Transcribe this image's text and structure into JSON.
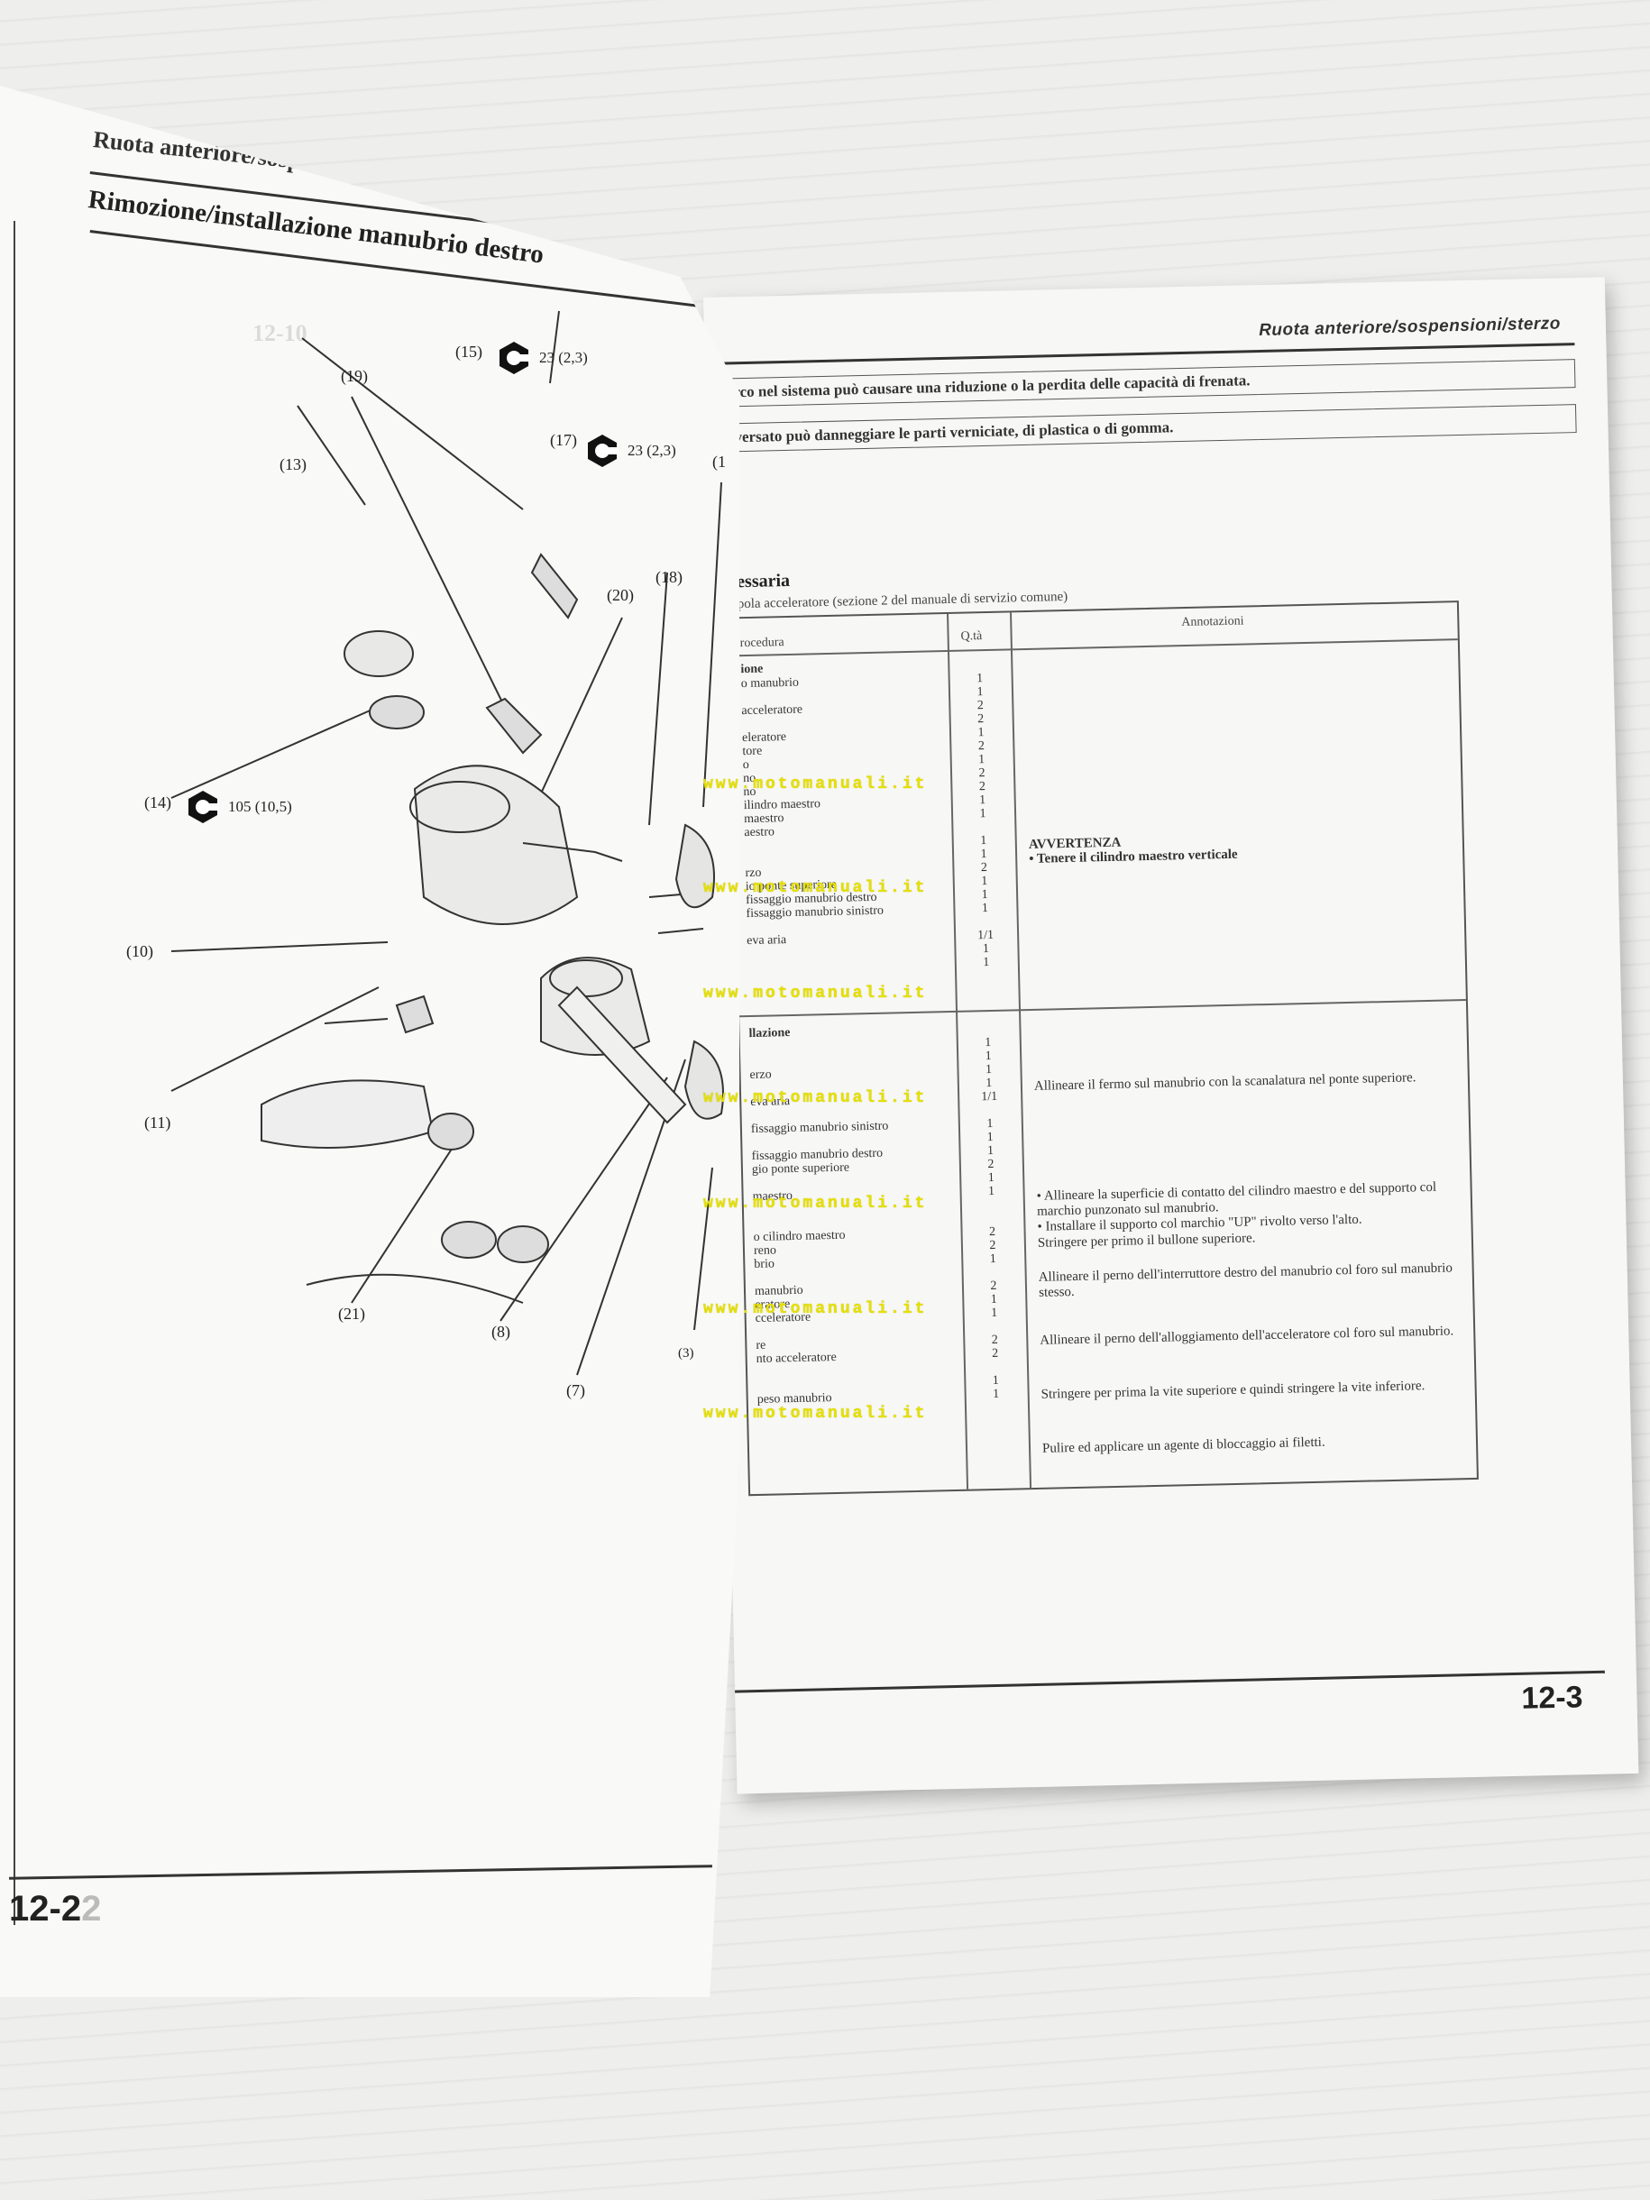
{
  "right_page": {
    "header": "Ruota anteriore/sospensioni/sterzo",
    "caution_1": "rco nel sistema può causare una riduzione o la perdita delle capacità di frenata.",
    "caution_2": "versato può danneggiare le parti verniciate, di plastica o di gomma.",
    "section": "essaria",
    "note": "pola acceleratore (sezione 2 del manuale di servizio comune)",
    "table": {
      "col_procedure": "rocedura",
      "col_qty": "Q.tà",
      "col_notes": "Annotazioni",
      "removal_title": "ione",
      "removal_rows": [
        {
          "p": "o manubrio",
          "q": "1"
        },
        {
          "p": "",
          "q": "1"
        },
        {
          "p": "acceleratore",
          "q": "2"
        },
        {
          "p": "",
          "q": "2"
        },
        {
          "p": "eleratore",
          "q": "1"
        },
        {
          "p": "tore",
          "q": "2"
        },
        {
          "p": "o",
          "q": "1"
        },
        {
          "p": "no",
          "q": "2"
        },
        {
          "p": "no",
          "q": "2"
        },
        {
          "p": "ilindro maestro",
          "q": "1"
        },
        {
          "p": "maestro",
          "q": "1"
        },
        {
          "p": "aestro",
          "q": ""
        },
        {
          "p": "",
          "q": "1"
        },
        {
          "p": "",
          "q": "1"
        },
        {
          "p": "rzo",
          "q": "2"
        },
        {
          "p": "io ponte superiore",
          "q": "1"
        },
        {
          "p": "fissaggio manubrio destro",
          "q": "1"
        },
        {
          "p": "fissaggio manubrio sinistro",
          "q": "1"
        },
        {
          "p": "",
          "q": ""
        },
        {
          "p": "eva aria",
          "q": "1/1"
        },
        {
          "p": "",
          "q": "1"
        },
        {
          "p": "",
          "q": "1"
        }
      ],
      "removal_note_title": "AVVERTENZA",
      "removal_note": "• Tenere il cilindro maestro verticale",
      "install_title": "llazione",
      "install_rows": [
        {
          "p": "",
          "q": "1"
        },
        {
          "p": "",
          "q": "1"
        },
        {
          "p": "erzo",
          "q": "1"
        },
        {
          "p": "",
          "q": "1"
        },
        {
          "p": "eva aria",
          "q": "1/1"
        },
        {
          "p": "",
          "q": ""
        },
        {
          "p": "fissaggio manubrio sinistro",
          "q": "1"
        },
        {
          "p": "",
          "q": "1"
        },
        {
          "p": "fissaggio manubrio destro",
          "q": "1"
        },
        {
          "p": "gio ponte superiore",
          "q": "2"
        },
        {
          "p": "",
          "q": "1"
        },
        {
          "p": "maestro",
          "q": "1"
        },
        {
          "p": "",
          "q": ""
        },
        {
          "p": "",
          "q": ""
        },
        {
          "p": "o cilindro maestro",
          "q": "2"
        },
        {
          "p": "reno",
          "q": "2"
        },
        {
          "p": "brio",
          "q": "1"
        },
        {
          "p": "",
          "q": ""
        },
        {
          "p": "manubrio",
          "q": "2"
        },
        {
          "p": "eratore",
          "q": "1"
        },
        {
          "p": "cceleratore",
          "q": "1"
        },
        {
          "p": "",
          "q": ""
        },
        {
          "p": "re",
          "q": "2"
        },
        {
          "p": "nto acceleratore",
          "q": "2"
        },
        {
          "p": "",
          "q": ""
        },
        {
          "p": "",
          "q": "1"
        },
        {
          "p": "peso manubrio",
          "q": "1"
        }
      ],
      "install_notes": [
        "Allineare il fermo sul manubrio con la scanalatura nel ponte superiore.",
        "• Allineare la superficie di contatto del cilindro maestro e del supporto col marchio punzonato sul manubrio.",
        "• Installare il supporto col marchio \"UP\" rivolto verso l'alto.",
        "Stringere per primo il bullone superiore.",
        "Allineare il perno dell'interruttore destro del manubrio col foro sul manubrio stesso.",
        "Allineare il perno dell'alloggiamento dell'acceleratore col foro sul manubrio.",
        "Stringere per prima la vite superiore e quindi stringere la vite inferiore.",
        "Pulire ed applicare un agente di bloccaggio ai filetti."
      ]
    },
    "page_number": "12-3"
  },
  "left_page": {
    "header": "Ruota anteriore/sospensioni/sterzo",
    "title": "Rimozione/installazione manubrio destro",
    "callouts": {
      "c15": "(15)",
      "c19": "(19)",
      "c17": "(17)",
      "c13": "(13)",
      "c18": "(18)",
      "c20": "(20)",
      "c14": "(14)",
      "c10": "(10)",
      "c11": "(11)",
      "c21": "(21)",
      "c8": "(8)",
      "c7": "(7)",
      "c3": "(3)",
      "c1": "(1"
    },
    "torque": {
      "t15": "23 (2,3)",
      "t17": "23 (2,3)",
      "t14": "105 (10,5)"
    },
    "page_number": "12-2",
    "page_number_ghost": "2"
  },
  "watermark": "www.motomanuali.it"
}
